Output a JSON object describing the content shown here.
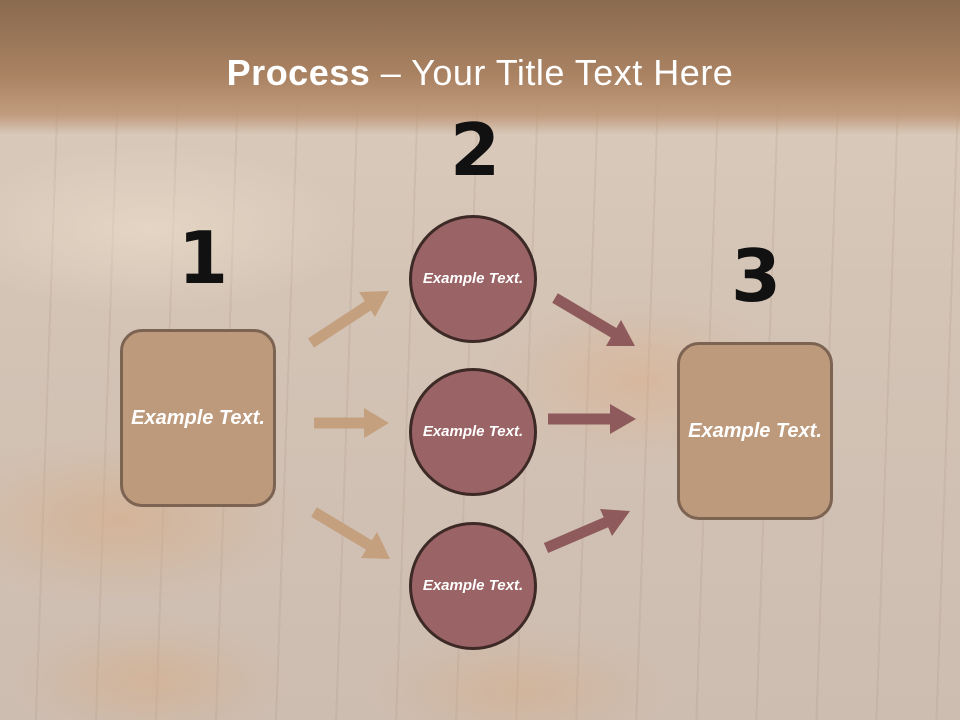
{
  "slide": {
    "title_bold": "Process",
    "title_rest": " – Your Title Text Here"
  },
  "steps": {
    "one": "1",
    "two": "2",
    "three": "3"
  },
  "left_box": {
    "text": "Example Text."
  },
  "right_box": {
    "text": "Example Text."
  },
  "circles": [
    {
      "text": "Example Text."
    },
    {
      "text": "Example Text."
    },
    {
      "text": "Example Text."
    }
  ],
  "colors": {
    "box_fill": "#bd9a7c",
    "circle_fill": "#9a6365",
    "left_arrow": "#c4a07f",
    "right_arrow": "#8e5a5c"
  }
}
